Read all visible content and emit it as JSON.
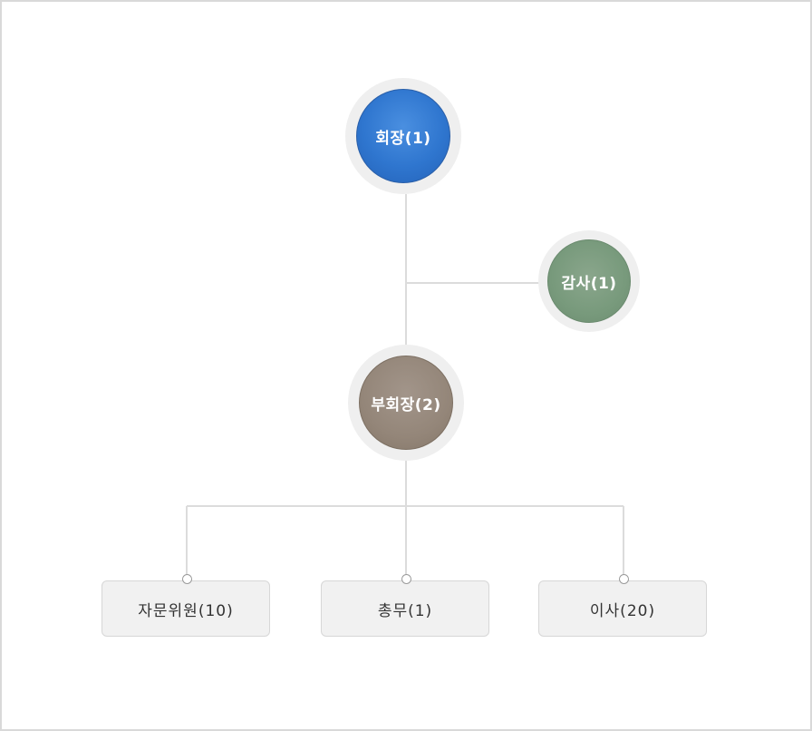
{
  "nodes": {
    "chairman": "회장(1)",
    "auditor": "감사(1)",
    "vice_chairman": "부회장(2)",
    "advisors": "자문위원(10)",
    "secretary": "총무(1)",
    "directors": "이사(20)"
  },
  "colors": {
    "chairman": "#2f76cf",
    "auditor": "#789a7c",
    "vice_chairman": "#948679",
    "connector": "#dcdcdc",
    "box_fill": "#f1f1f1"
  }
}
